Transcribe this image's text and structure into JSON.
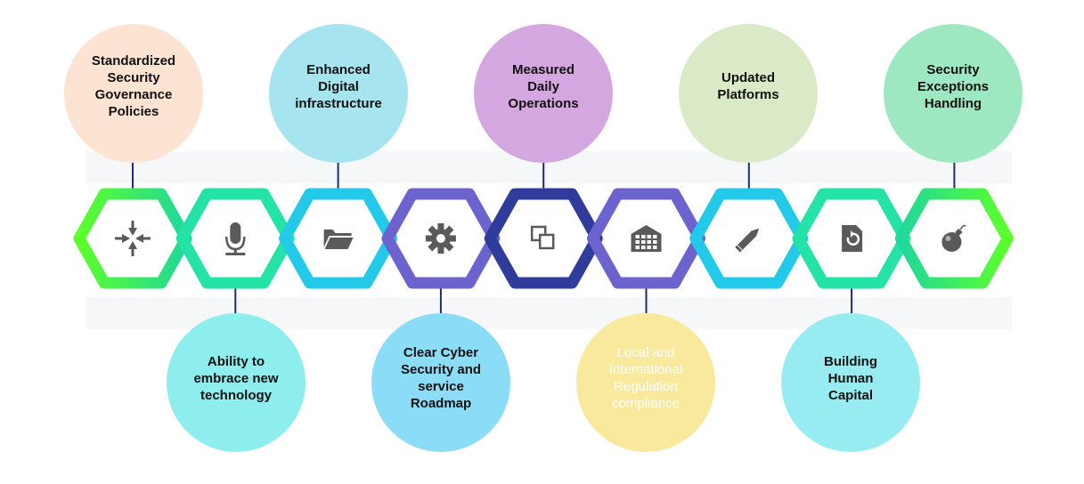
{
  "nodes": [
    {
      "id": "n1",
      "lines": [
        "Standardized",
        "Security",
        "Governance",
        "Policies"
      ],
      "circle_color": "#fde3d2",
      "position": "top",
      "icon": "arrows-converge-icon",
      "hex_color": "#3ae34a"
    },
    {
      "id": "n2",
      "lines": [
        "Ability to",
        "embrace new",
        "technology"
      ],
      "circle_color": "#8eeeee",
      "position": "bottom",
      "icon": "microphone-icon",
      "hex_color": "#23e3a6"
    },
    {
      "id": "n3",
      "lines": [
        "Enhanced",
        "Digital",
        "infrastructure"
      ],
      "circle_color": "#a6e4ef",
      "position": "top",
      "icon": "folder-icon",
      "hex_color": "#22c9e8"
    },
    {
      "id": "n4",
      "lines": [
        "Clear Cyber",
        "Security and",
        "service",
        "Roadmap"
      ],
      "circle_color": "#8bdcf6",
      "position": "bottom",
      "icon": "gear-icon",
      "hex_color": "#6c63cf"
    },
    {
      "id": "n5",
      "lines": [
        "Measured",
        "Daily",
        "Operations"
      ],
      "circle_color": "#d5a7e0",
      "position": "top",
      "icon": "copy-icon",
      "hex_color": "#2f3c9c"
    },
    {
      "id": "n6",
      "lines": [
        "Local and",
        "International",
        "Regulation",
        "compliance"
      ],
      "circle_color": "#f9e99c",
      "position": "bottom",
      "icon": "warehouse-icon",
      "hex_color": "#6c63cf"
    },
    {
      "id": "n7",
      "lines": [
        "Updated",
        "Platforms"
      ],
      "circle_color": "#dbeac6",
      "position": "top",
      "icon": "pencil-icon",
      "hex_color": "#22c9e8"
    },
    {
      "id": "n8",
      "lines": [
        "Building",
        "Human",
        "Capital"
      ],
      "circle_color": "#96ecf0",
      "position": "bottom",
      "icon": "file-refresh-icon",
      "hex_color": "#23e3a6"
    },
    {
      "id": "n9",
      "lines": [
        "Security",
        "Exceptions",
        "Handling"
      ],
      "circle_color": "#9de8c0",
      "position": "top",
      "icon": "bomb-icon",
      "hex_color": "#3ae34a"
    }
  ],
  "colors": {
    "connector": "#1e2a7a",
    "icon": "#5a5a5a",
    "band": "#f4f6f8"
  }
}
